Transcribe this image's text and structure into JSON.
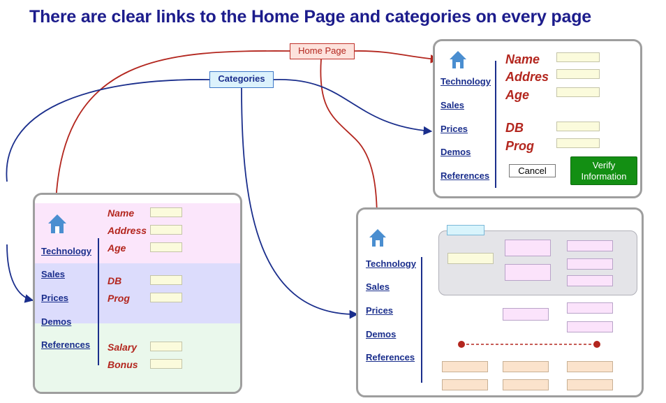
{
  "title": "There are clear links to the Home Page and categories on every page",
  "tags": {
    "home_page": "Home Page",
    "categories": "Categories"
  },
  "nav_items": [
    "Technology",
    "Sales",
    "Prices",
    "Demos",
    "References"
  ],
  "panel_top_right": {
    "fields": [
      "Name",
      "Addres",
      "Age",
      "DB",
      "Prog"
    ],
    "cancel_label": "Cancel",
    "verify_label_line1": "Verify",
    "verify_label_line2": "Information"
  },
  "panel_left": {
    "fields": [
      "Name",
      "Address",
      "Age",
      "DB",
      "Prog",
      "Salary",
      "Bonus"
    ]
  },
  "colors": {
    "title": "#1c1c8c",
    "home_arrow": "#b3261e",
    "categories_arrow": "#1a2e8c",
    "label_red": "#b3261e",
    "verify_green": "#138f13",
    "band_pink": "#fbe6fb",
    "band_blue": "#dcdcfc",
    "band_green": "#eaf8ec",
    "home_icon": "#4a8ed0"
  },
  "icons": [
    "home-icon"
  ]
}
